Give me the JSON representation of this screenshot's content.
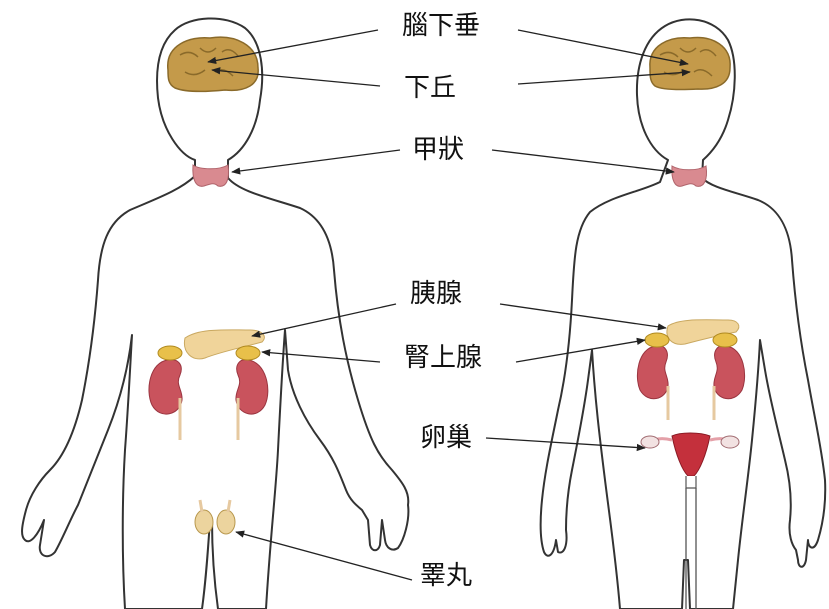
{
  "labels": {
    "pituitary": "腦下垂",
    "hypothalamus": "下丘",
    "thyroid": "甲狀",
    "pancreas": "胰腺",
    "adrenal": "腎上腺",
    "ovary": "卵巢",
    "testis": "睪丸"
  },
  "colors": {
    "brain": "#c49a4a",
    "thyroid": "#d98a90",
    "kidney": "#c9535d",
    "adrenal": "#e8c04a",
    "pancreas": "#f0d49a",
    "uterus": "#c4303c",
    "testis": "#ecd49e"
  }
}
